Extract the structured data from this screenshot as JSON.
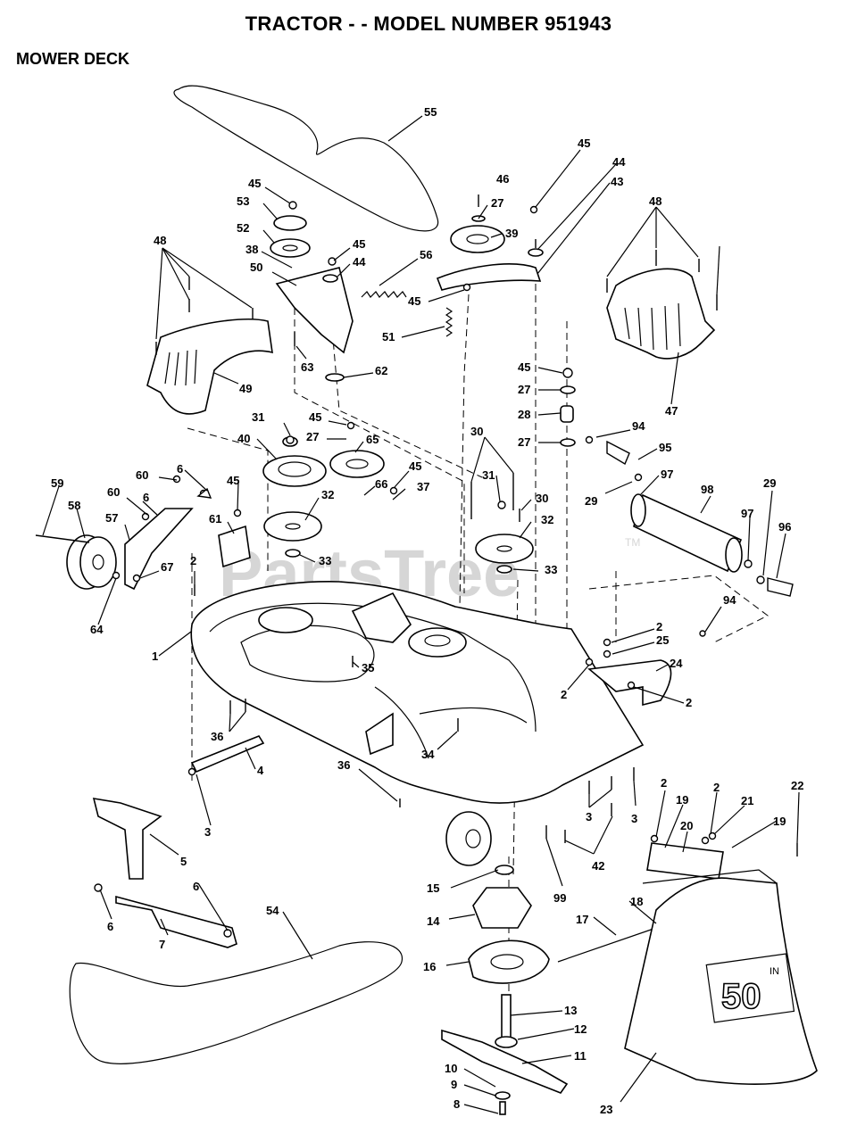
{
  "header": {
    "title": "TRACTOR - - MODEL NUMBER 951943",
    "subtitle": "MOWER DECK"
  },
  "watermark": {
    "text": "PartsTree",
    "tm": "TM"
  },
  "deck_badge": {
    "size": "50",
    "unit": "IN"
  },
  "callouts": [
    {
      "text": "55"
    },
    {
      "text": "45"
    },
    {
      "text": "46"
    },
    {
      "text": "44"
    },
    {
      "text": "43"
    },
    {
      "text": "27"
    },
    {
      "text": "39"
    },
    {
      "text": "48"
    },
    {
      "text": "48"
    },
    {
      "text": "45"
    },
    {
      "text": "53"
    },
    {
      "text": "52"
    },
    {
      "text": "38"
    },
    {
      "text": "45"
    },
    {
      "text": "44"
    },
    {
      "text": "56"
    },
    {
      "text": "50"
    },
    {
      "text": "45"
    },
    {
      "text": "51"
    },
    {
      "text": "63"
    },
    {
      "text": "62"
    },
    {
      "text": "49"
    },
    {
      "text": "47"
    },
    {
      "text": "45"
    },
    {
      "text": "27"
    },
    {
      "text": "28"
    },
    {
      "text": "27"
    },
    {
      "text": "94"
    },
    {
      "text": "95"
    },
    {
      "text": "31"
    },
    {
      "text": "45"
    },
    {
      "text": "27"
    },
    {
      "text": "65"
    },
    {
      "text": "40"
    },
    {
      "text": "30"
    },
    {
      "text": "97"
    },
    {
      "text": "98"
    },
    {
      "text": "29"
    },
    {
      "text": "29"
    },
    {
      "text": "6"
    },
    {
      "text": "60"
    },
    {
      "text": "45"
    },
    {
      "text": "45"
    },
    {
      "text": "37"
    },
    {
      "text": "66"
    },
    {
      "text": "31"
    },
    {
      "text": "30"
    },
    {
      "text": "59"
    },
    {
      "text": "58"
    },
    {
      "text": "60"
    },
    {
      "text": "6"
    },
    {
      "text": "32"
    },
    {
      "text": "32"
    },
    {
      "text": "97"
    },
    {
      "text": "96"
    },
    {
      "text": "57"
    },
    {
      "text": "61"
    },
    {
      "text": "67"
    },
    {
      "text": "33"
    },
    {
      "text": "33"
    },
    {
      "text": "2"
    },
    {
      "text": "94"
    },
    {
      "text": "64"
    },
    {
      "text": "2"
    },
    {
      "text": "25"
    },
    {
      "text": "1"
    },
    {
      "text": "24"
    },
    {
      "text": "35"
    },
    {
      "text": "2"
    },
    {
      "text": "2"
    },
    {
      "text": "36"
    },
    {
      "text": "34"
    },
    {
      "text": "4"
    },
    {
      "text": "36"
    },
    {
      "text": "2"
    },
    {
      "text": "2"
    },
    {
      "text": "22"
    },
    {
      "text": "19"
    },
    {
      "text": "21"
    },
    {
      "text": "3"
    },
    {
      "text": "20"
    },
    {
      "text": "19"
    },
    {
      "text": "3"
    },
    {
      "text": "3"
    },
    {
      "text": "5"
    },
    {
      "text": "42"
    },
    {
      "text": "15"
    },
    {
      "text": "99"
    },
    {
      "text": "6"
    },
    {
      "text": "18"
    },
    {
      "text": "54"
    },
    {
      "text": "14"
    },
    {
      "text": "17"
    },
    {
      "text": "6"
    },
    {
      "text": "7"
    },
    {
      "text": "16"
    },
    {
      "text": "13"
    },
    {
      "text": "12"
    },
    {
      "text": "11"
    },
    {
      "text": "10"
    },
    {
      "text": "9"
    },
    {
      "text": "8"
    },
    {
      "text": "23"
    }
  ]
}
